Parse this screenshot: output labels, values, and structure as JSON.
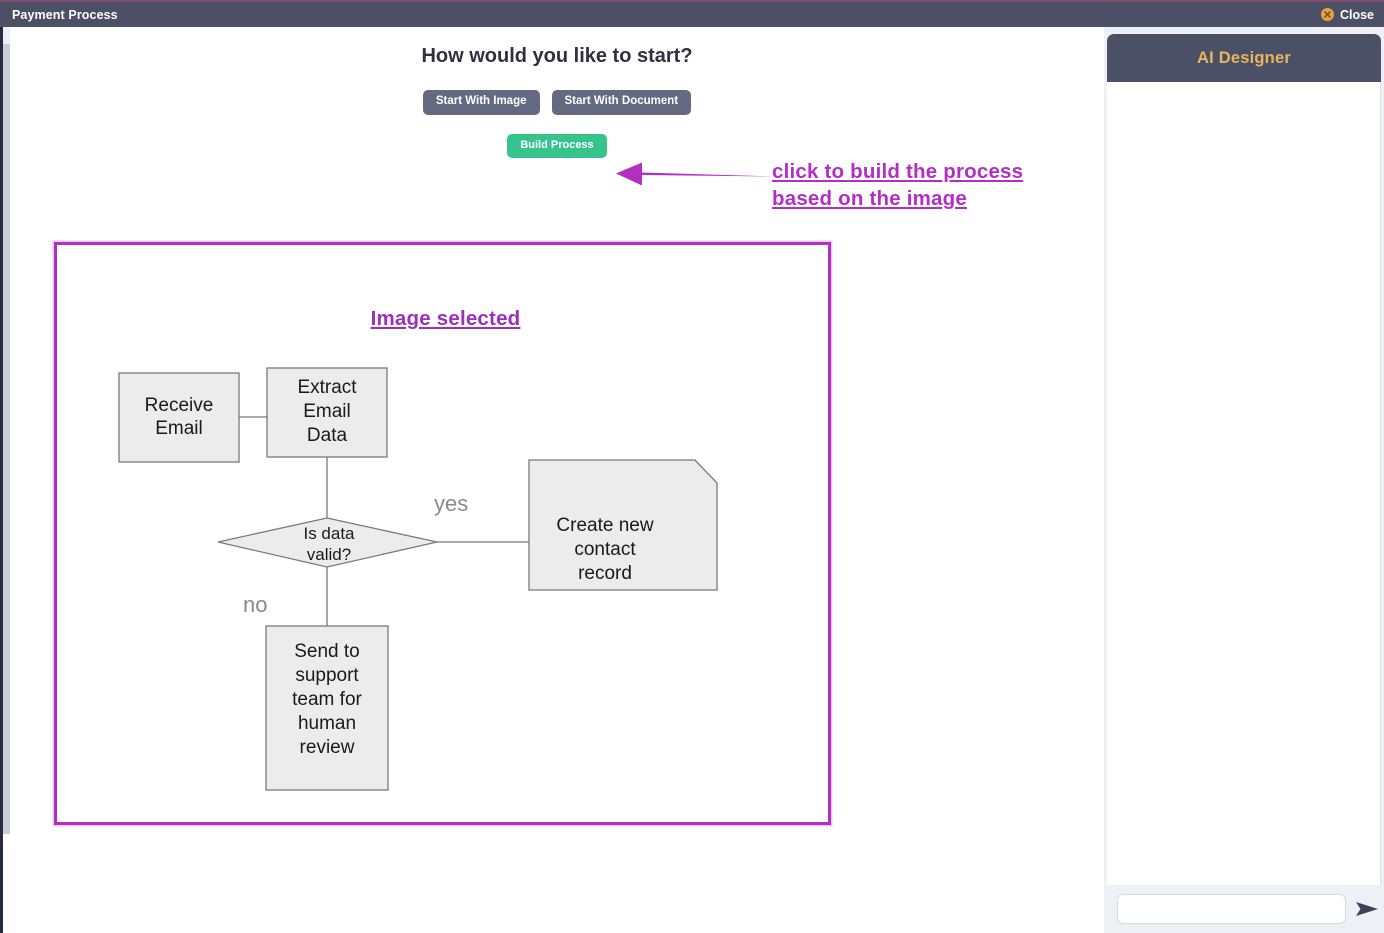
{
  "window": {
    "title": "Payment Process",
    "close_label": "Close",
    "close_icon": "close-circle-icon"
  },
  "main": {
    "headline": "How would you like to start?",
    "start_buttons": [
      {
        "label": "Start With Image"
      },
      {
        "label": "Start With Document"
      }
    ],
    "build_button": {
      "label": "Build Process"
    }
  },
  "annotations": {
    "build_hint_line1": "click to build the process",
    "build_hint_line2": "based on the image",
    "image_selected": "Image selected",
    "arrow_icon": "left-arrow-icon",
    "color": "#b32fc4"
  },
  "flowchart": {
    "nodes": [
      {
        "id": "receive_email",
        "label": "Receive Email",
        "shape": "rect"
      },
      {
        "id": "extract_email_data",
        "label": "Extract Email Data",
        "shape": "rect"
      },
      {
        "id": "is_data_valid",
        "label": "Is data valid?",
        "shape": "diamond"
      },
      {
        "id": "create_contact",
        "label": "Create new contact record",
        "shape": "document"
      },
      {
        "id": "send_support",
        "label": "Send to support team for human review",
        "shape": "rect"
      }
    ],
    "edge_labels": {
      "yes": "yes",
      "no": "no"
    },
    "node_fill": "#ececec",
    "node_stroke": "#7a7a7a"
  },
  "ai_panel": {
    "title": "AI Designer",
    "title_color": "#e8b45c",
    "input_value": "",
    "input_placeholder": "",
    "send_icon": "send-arrow-icon",
    "messages": []
  },
  "theme": {
    "titlebar_bg": "#4c5066",
    "accent_green": "#36c48c",
    "accent_grey": "#636a82",
    "accent_purple": "#b32fc4",
    "accent_amber": "#e8a33d"
  }
}
